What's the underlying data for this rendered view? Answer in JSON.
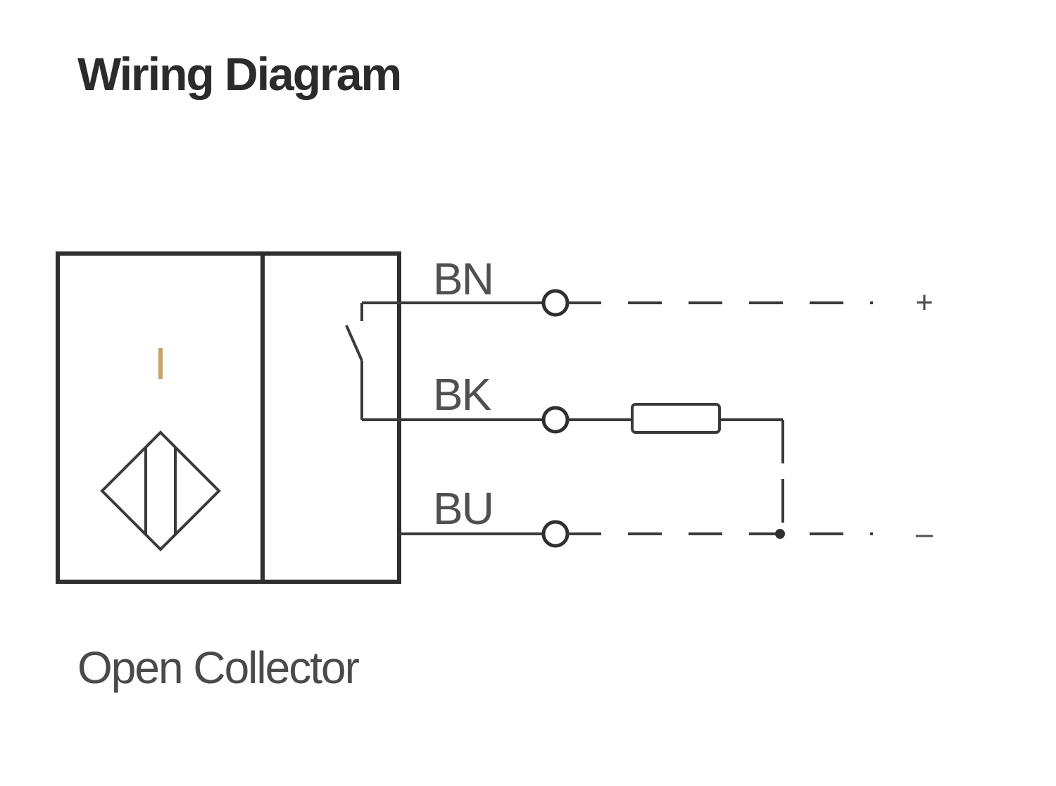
{
  "title": "Wiring Diagram",
  "caption": "Open Collector",
  "sensor": {
    "symbol": "I"
  },
  "wires": [
    {
      "label": "BN",
      "polarity": "+"
    },
    {
      "label": "BK",
      "polarity": ""
    },
    {
      "label": "BU",
      "polarity": "–"
    }
  ],
  "colors": {
    "line": "#3a3a3a",
    "text": "#2b2b2b",
    "sensor_mark": "#c9a46a"
  }
}
